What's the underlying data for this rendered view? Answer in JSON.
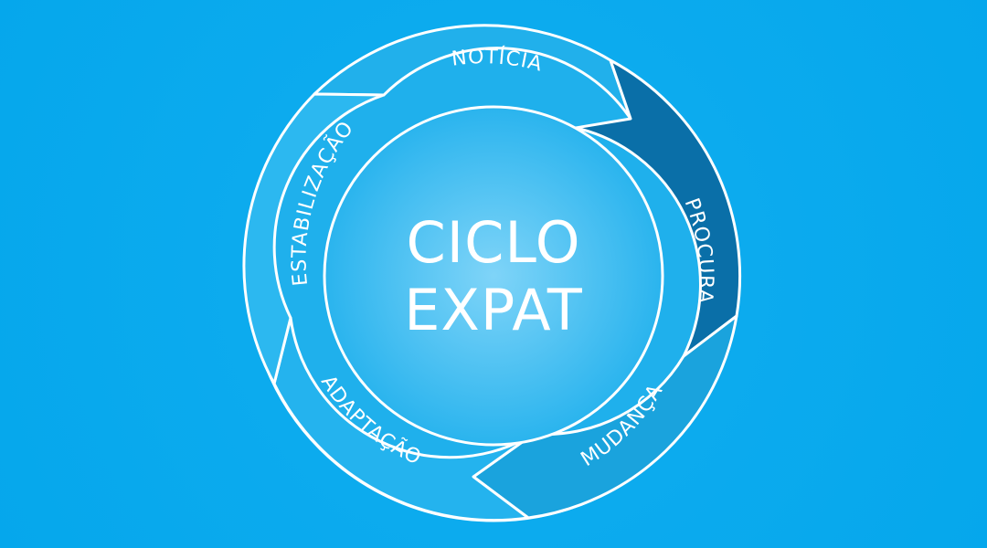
{
  "diagram": {
    "center": {
      "line1": "CICLO",
      "line2": "EXPAT"
    },
    "stages": [
      {
        "id": "noticia",
        "label": "NOTÍCIA",
        "color": "#21b0eb"
      },
      {
        "id": "procura",
        "label": "PROCURA",
        "color": "#0a6fa8"
      },
      {
        "id": "mudanca",
        "label": "MUDANÇA",
        "color": "#1aa3dd"
      },
      {
        "id": "adaptacao",
        "label": "ADAPTAÇÃO",
        "color": "#24b3ee"
      },
      {
        "id": "estabilizacao",
        "label": "ESTABILIZAÇÃO",
        "color": "#2cb8f0"
      }
    ],
    "colors": {
      "background": "#05a7ec",
      "outline": "#ffffff",
      "ring": "#1fb0ec"
    }
  }
}
